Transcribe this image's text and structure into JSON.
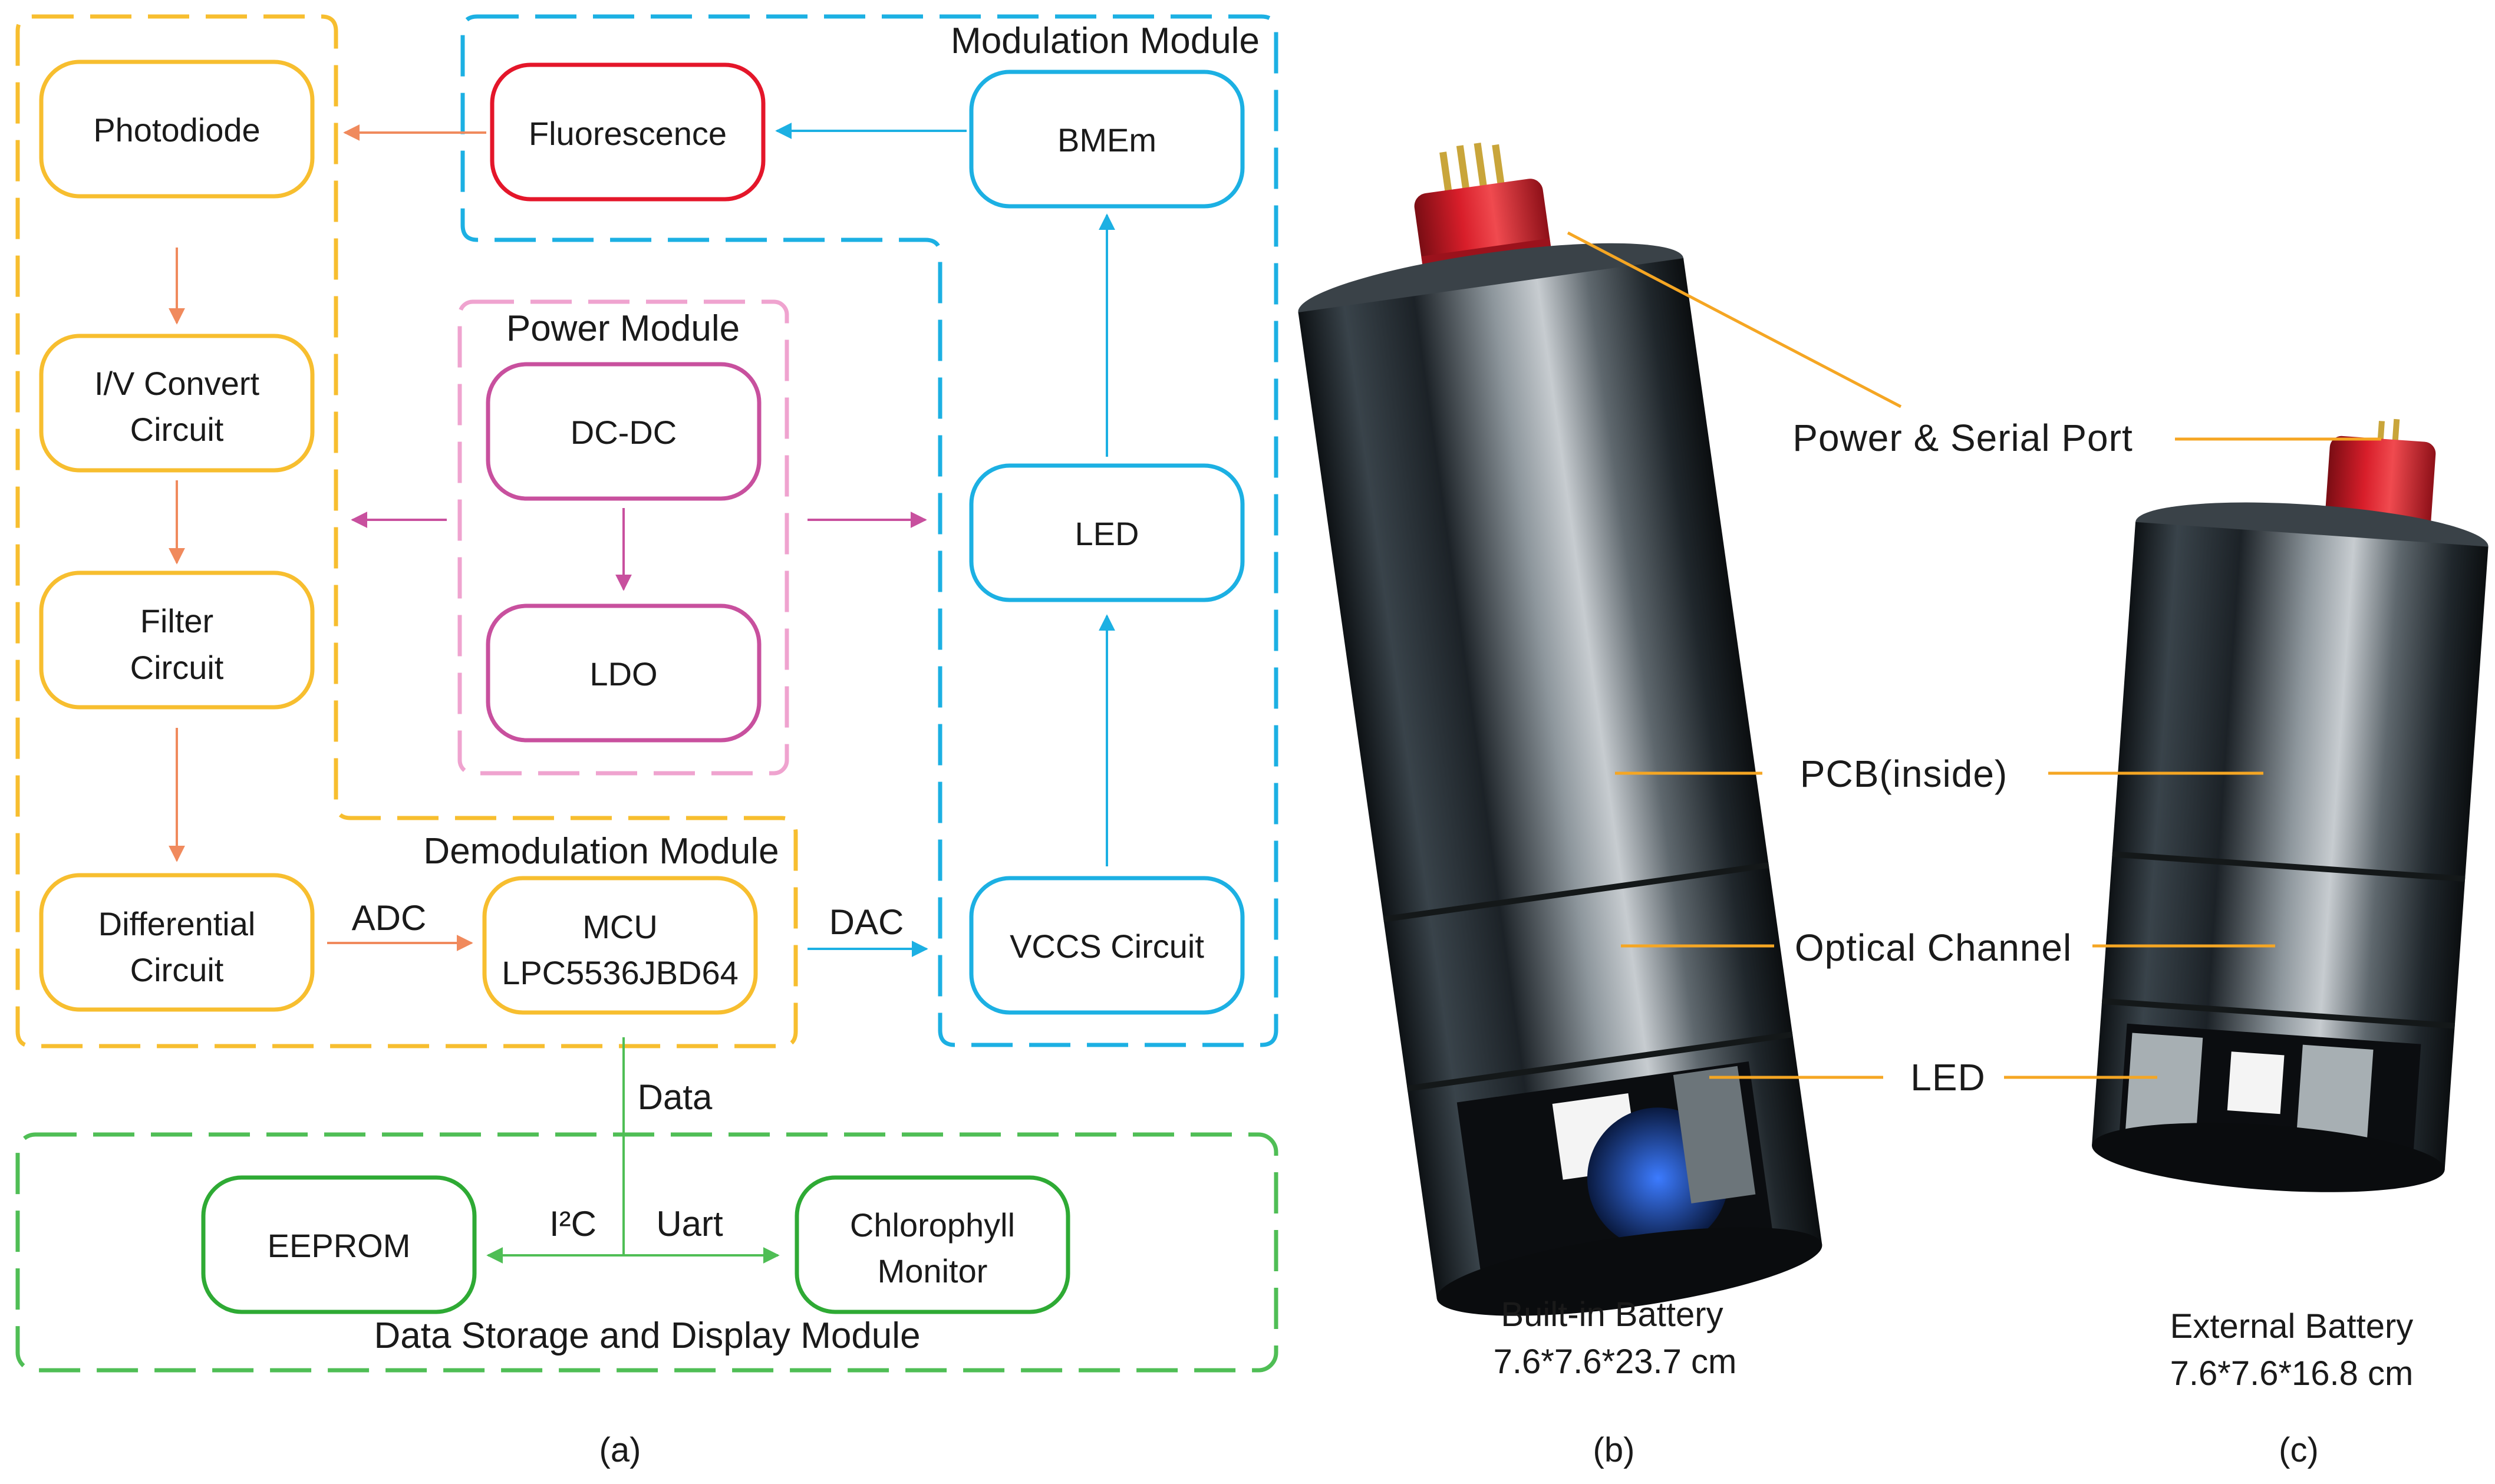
{
  "colors": {
    "yellow": "#F7BE2F",
    "blue": "#1CB0E3",
    "pink": "#EFA3CF",
    "magenta": "#C8509E",
    "green": "#4FBE55",
    "green_box": "#2EAA34",
    "red": "#E4162A",
    "orange_arrow": "#F08A5D",
    "orange_line": "#F5A623"
  },
  "modules": {
    "modulation": "Modulation Module",
    "power": "Power Module",
    "demodulation": "Demodulation Module",
    "storage": "Data Storage and Display Module"
  },
  "nodes": {
    "photodiode": "Photodiode",
    "iv_line1": "I/V Convert",
    "iv_line2": "Circuit",
    "filter_line1": "Filter",
    "filter_line2": "Circuit",
    "diff_line1": "Differential",
    "diff_line2": "Circuit",
    "fluorescence": "Fluorescence",
    "bmem": "BMEm",
    "led": "LED",
    "vccs": "VCCS Circuit",
    "dcdc": "DC-DC",
    "ldo": "LDO",
    "mcu_line1": "MCU",
    "mcu_line2": "LPC5536JBD64",
    "eeprom": "EEPROM",
    "chl_line1": "Chlorophyll",
    "chl_line2": "Monitor"
  },
  "edges": {
    "adc": "ADC",
    "dac": "DAC",
    "data": "Data",
    "i2c": "I²C",
    "uart": "Uart"
  },
  "photo_labels": {
    "power_port": "Power & Serial Port",
    "pcb": "PCB(inside)",
    "optical": "Optical Channel",
    "led": "LED"
  },
  "captions": {
    "b_line1": "Built-in Battery",
    "b_line2": "7.6*7.6*23.7 cm",
    "c_line1": "External Battery",
    "c_line2": "7.6*7.6*16.8 cm"
  },
  "panels": {
    "a": "(a)",
    "b": "(b)",
    "c": "(c)"
  }
}
